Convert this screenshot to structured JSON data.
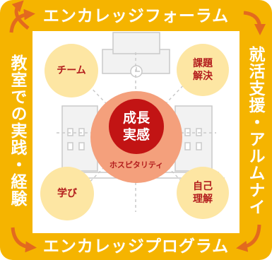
{
  "frame": {
    "top_label": "エンカレッジフォーラム",
    "bottom_label": "エンカレッジプログラム",
    "left_label": "教室での実践・経験",
    "right_label": "就活支援・アルムナイ"
  },
  "circles": {
    "center": "成長実感",
    "center_caption": "ホスピタリティ",
    "top_left": "チーム",
    "top_right": "課題解決",
    "bottom_left": "学び",
    "bottom_right": "自己理解"
  },
  "colors": {
    "frame": "#f5b400",
    "arrow": "#e36a1e",
    "small_circle": "#fde6a3",
    "center_ring": "#f4a07c",
    "center_core": "#c21414",
    "text_red": "#b31d1d"
  }
}
